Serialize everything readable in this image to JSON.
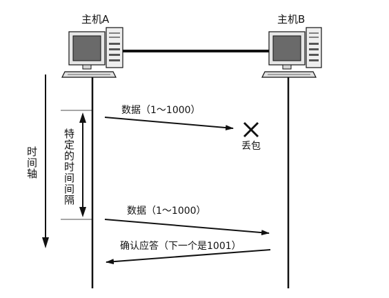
{
  "host_a": {
    "label": "主机A"
  },
  "host_b": {
    "label": "主机B"
  },
  "time_axis": {
    "label": "时间轴"
  },
  "interval": {
    "label": "特定的时间间隔"
  },
  "messages": {
    "first_data": "数据（1～1000）",
    "packet_lost": "丢包",
    "resent_data": "数据（1～1000）",
    "ack": "确认应答（下一个是1001）"
  }
}
